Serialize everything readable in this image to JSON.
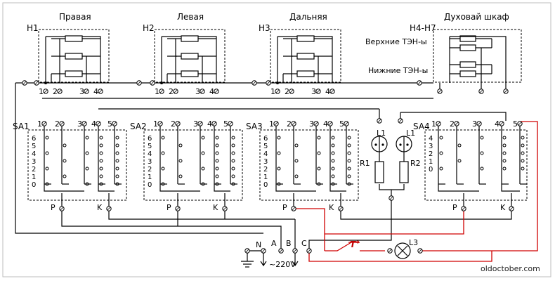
{
  "burners": [
    {
      "id": "H1",
      "label": "Правая"
    },
    {
      "id": "H2",
      "label": "Левая"
    },
    {
      "id": "H3",
      "label": "Дальняя"
    },
    {
      "id": "H4-H7",
      "label": "Духовай шкаф"
    }
  ],
  "oven": {
    "upper": "Верхние ТЭН-ы",
    "lower": "Нижние ТЭН-ы"
  },
  "switches": [
    "SA1",
    "SA2",
    "SA3",
    "SA4"
  ],
  "contact_numbers": [
    "1",
    "2",
    "3",
    "4",
    "5"
  ],
  "scale_6": [
    "6",
    "5",
    "4",
    "3",
    "2",
    "1",
    "0"
  ],
  "scale_4": [
    "4",
    "3",
    "2",
    "1",
    "0"
  ],
  "pk": {
    "p": "P",
    "k": "K"
  },
  "lamps": [
    "L1",
    "L1",
    "L3"
  ],
  "resistors": [
    "R1",
    "R2"
  ],
  "thermostat": "T°",
  "supply": {
    "n": "N",
    "a": "A",
    "b": "B",
    "c": "C",
    "voltage": "~220V"
  },
  "watermark": "oldoctober.com"
}
